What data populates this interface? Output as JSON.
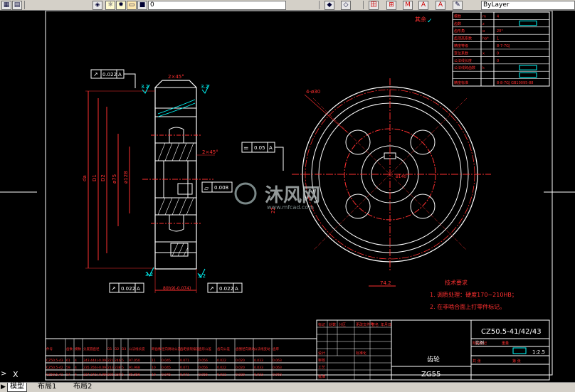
{
  "toolbar": {
    "layer_value": "0",
    "linetype_value": "ByLayer",
    "icons": [
      "layer-manager-icon",
      "layer-state-icon",
      "lightbulb-icon",
      "sun-icon",
      "lock-icon",
      "color-swatch-icon",
      "layer-previous-icon",
      "layer-props-icon",
      "insert-block-icon",
      "text-style-icon",
      "multiline-text-icon",
      "text-a-icon",
      "text-edit-icon",
      "spellcheck-icon"
    ]
  },
  "drawing": {
    "left_view": {
      "chamfer_top": "2×45°",
      "chamfer_bore": "2×45°",
      "tol_top": "0.022",
      "tol_top_datum": "A",
      "tol_mid": "0.008",
      "tol_bottom_left": "0.022",
      "tol_bottom_left_datum": "A",
      "tol_bottom_right": "0.022",
      "tol_bottom_right_datum": "A",
      "dim_width": "80h9(-0.074)",
      "dims_vertical": [
        "da",
        "D1",
        "D2",
        "ø75",
        "ø128"
      ],
      "rough_a": "3.2",
      "rough_b": "3.2",
      "rough_c": "3.2",
      "rough_d": "3.2"
    },
    "parallel": {
      "value": "0.05",
      "datum": "A"
    },
    "right_view": {
      "top_label": "4-ø30",
      "keyway_dim": "74.2",
      "keyway_w": "22",
      "angle_mark": "ø140"
    },
    "tech_req": {
      "title": "技术要求",
      "line1": "1. 调质处理：硬度170~210HB；",
      "line2": "2. 在非啮合面上打零件标记。"
    },
    "corner_mark": "其余",
    "watermark": {
      "cn": "沐风网",
      "en": "www.mfcad.com"
    },
    "param_table": [
      [
        "模数",
        "m",
        "4"
      ],
      [
        "齿数",
        "z",
        ""
      ],
      [
        "齿形角",
        "α",
        "20°"
      ],
      [
        "齿顶高系数",
        "ha*",
        "1"
      ],
      [
        "精度等级",
        "",
        "8-7-7GJ"
      ],
      [
        "变位系数",
        "x",
        "0"
      ],
      [
        "公法线长度",
        "",
        "0"
      ],
      [
        "公法线跨齿数",
        "k",
        ""
      ],
      [
        "",
        "",
        " "
      ],
      [
        "精度标准",
        "",
        "8-8-7GJ GB10095-88"
      ]
    ],
    "bottom_table": {
      "headers": [
        "件号",
        "齿数",
        "模数",
        "分度圆直径",
        "D1",
        "D2",
        "D3",
        "公法线长度",
        "跨齿数",
        "径向跳动公差",
        "齿距极限偏差",
        "齿形公差",
        "齿向公差",
        "齿圈径向跳动",
        "公法线变动",
        "齿厚"
      ],
      "rows": [
        [
          "CZ50.5-43",
          "61",
          "4",
          "243.444(-0.09)",
          "221",
          "246",
          "5",
          "97.050",
          "11",
          "0.045",
          "0.071",
          "0.056",
          "0.022",
          "0.020",
          "0.033",
          "0.063"
        ],
        [
          "CZ50.5-42",
          "59",
          "4",
          "235.356(-0.09)",
          "213",
          "238",
          "5",
          "91.968",
          "10",
          "0.045",
          "0.071",
          "0.056",
          "0.022",
          "0.020",
          "0.033",
          "0.063"
        ],
        [
          "CZ50.5-41",
          "57",
          "4",
          "227.272(-0.09)",
          "205",
          "230",
          "5",
          "85.856",
          "10",
          "0.045",
          "0.071",
          "0.056",
          "0.022",
          "0.020",
          "0.033",
          "0.063"
        ]
      ]
    },
    "title_block": {
      "part_no": "CZ50.5-41/42/43",
      "name": "齿轮",
      "material": "ZG55",
      "scale_label": "比例",
      "scale": "1:2.5",
      "cells": [
        "标记",
        "处数",
        "分区",
        "更改文件号",
        "签名",
        "年月日",
        "设计",
        "标准化",
        "审核",
        "工艺",
        "批准",
        "阶段标记",
        "重量",
        "共 张",
        "第 张"
      ]
    }
  },
  "tabs": {
    "model": "模型",
    "layout1": "布局1",
    "layout2": "布局2"
  },
  "command": {
    "prompt": ">",
    "ucs": "X"
  }
}
